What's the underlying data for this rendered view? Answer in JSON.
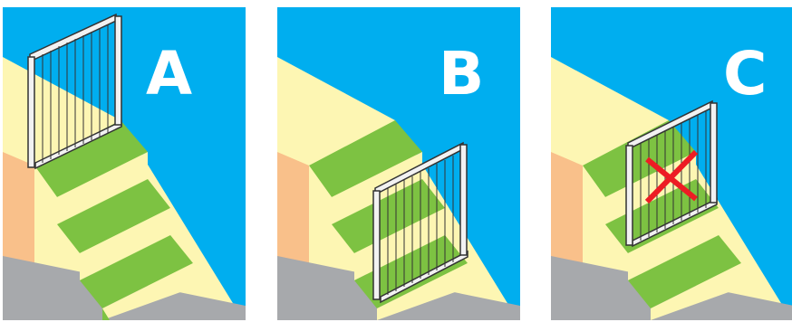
{
  "panels": [
    {
      "label": "A"
    },
    {
      "label": "B"
    },
    {
      "label": "C"
    }
  ],
  "colors": {
    "sky": "#00aeef",
    "wall_light": "#fdf6b3",
    "wall_orange": "#f9c08a",
    "step_green": "#7dc242",
    "step_yellow": "#fdf6b3",
    "floor": "#a7a9ac",
    "gate_rail": "#f2f2f2",
    "gate_outline": "#333333",
    "x_mark": "#ed1c24"
  }
}
